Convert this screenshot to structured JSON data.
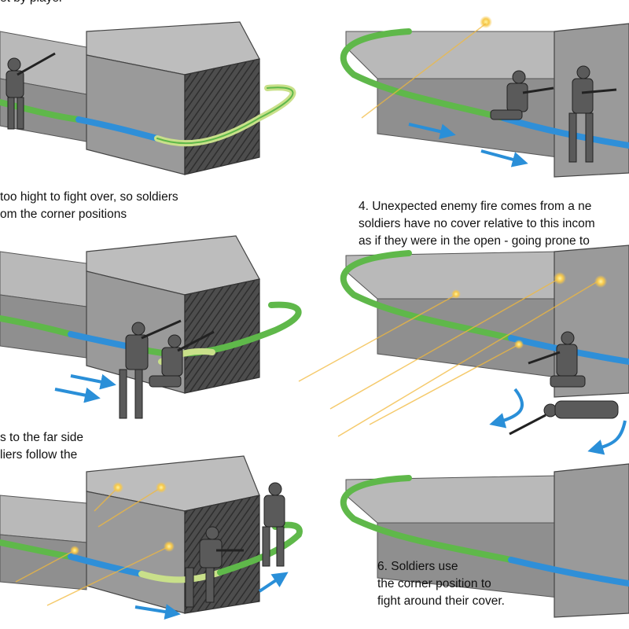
{
  "captions": {
    "panel1": [
      "et by player"
    ],
    "panel3": [
      "too hight to fight over, so soldiers",
      "om the corner positions"
    ],
    "panel4": [
      "4. Unexpected enemy fire comes from a ne",
      "soldiers have no cover relative to this incom",
      "as if they were in the open - going prone to"
    ],
    "panel5": [
      "s to the far side",
      "liers follow the"
    ],
    "panel6": [
      "6. Soldiers use",
      "the corner position to",
      "fight around their cover."
    ]
  },
  "colors": {
    "path_green": "#5fb84a",
    "path_light_green": "#c9e08a",
    "path_blue": "#2f8fd8",
    "arrow_blue": "#2a8fd8",
    "fire_orange": "#f2b93c",
    "wall_top": "#b9b9b9",
    "wall_front": "#8f8f8f",
    "cube_shadow": "#4a4a4a",
    "soldier": "#5a5a5a"
  },
  "icons": {
    "soldier": "soldier-figure-icon",
    "movement_arrow": "blue-arrow-icon",
    "enemy_fire": "muzzle-flash-icon"
  }
}
